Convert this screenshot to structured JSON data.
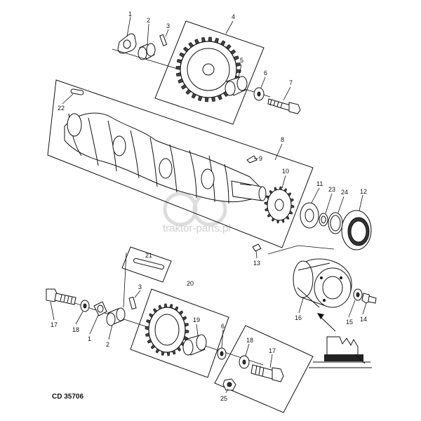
{
  "drawing_code": "CD 35706",
  "watermark": "traktor-parts.pl",
  "callouts": {
    "c1_top": "1",
    "c2_top": "2",
    "c3_top": "3",
    "c4": "4",
    "c5": "5",
    "c6_top": "6",
    "c7": "7",
    "c8": "8",
    "c9": "9",
    "c10": "10",
    "c11": "11",
    "c12": "12",
    "c13": "13",
    "c14": "14",
    "c15": "15",
    "c16": "16",
    "c17_left": "17",
    "c18_left": "18",
    "c1_bottom": "1",
    "c2_bottom": "2",
    "c3_bottom": "3",
    "c19": "19",
    "c20": "20",
    "c21": "21",
    "c6_bottom": "6",
    "c18_right": "18",
    "c17_right": "17",
    "c22": "22",
    "c23": "23",
    "c24": "24",
    "c25": "25"
  }
}
